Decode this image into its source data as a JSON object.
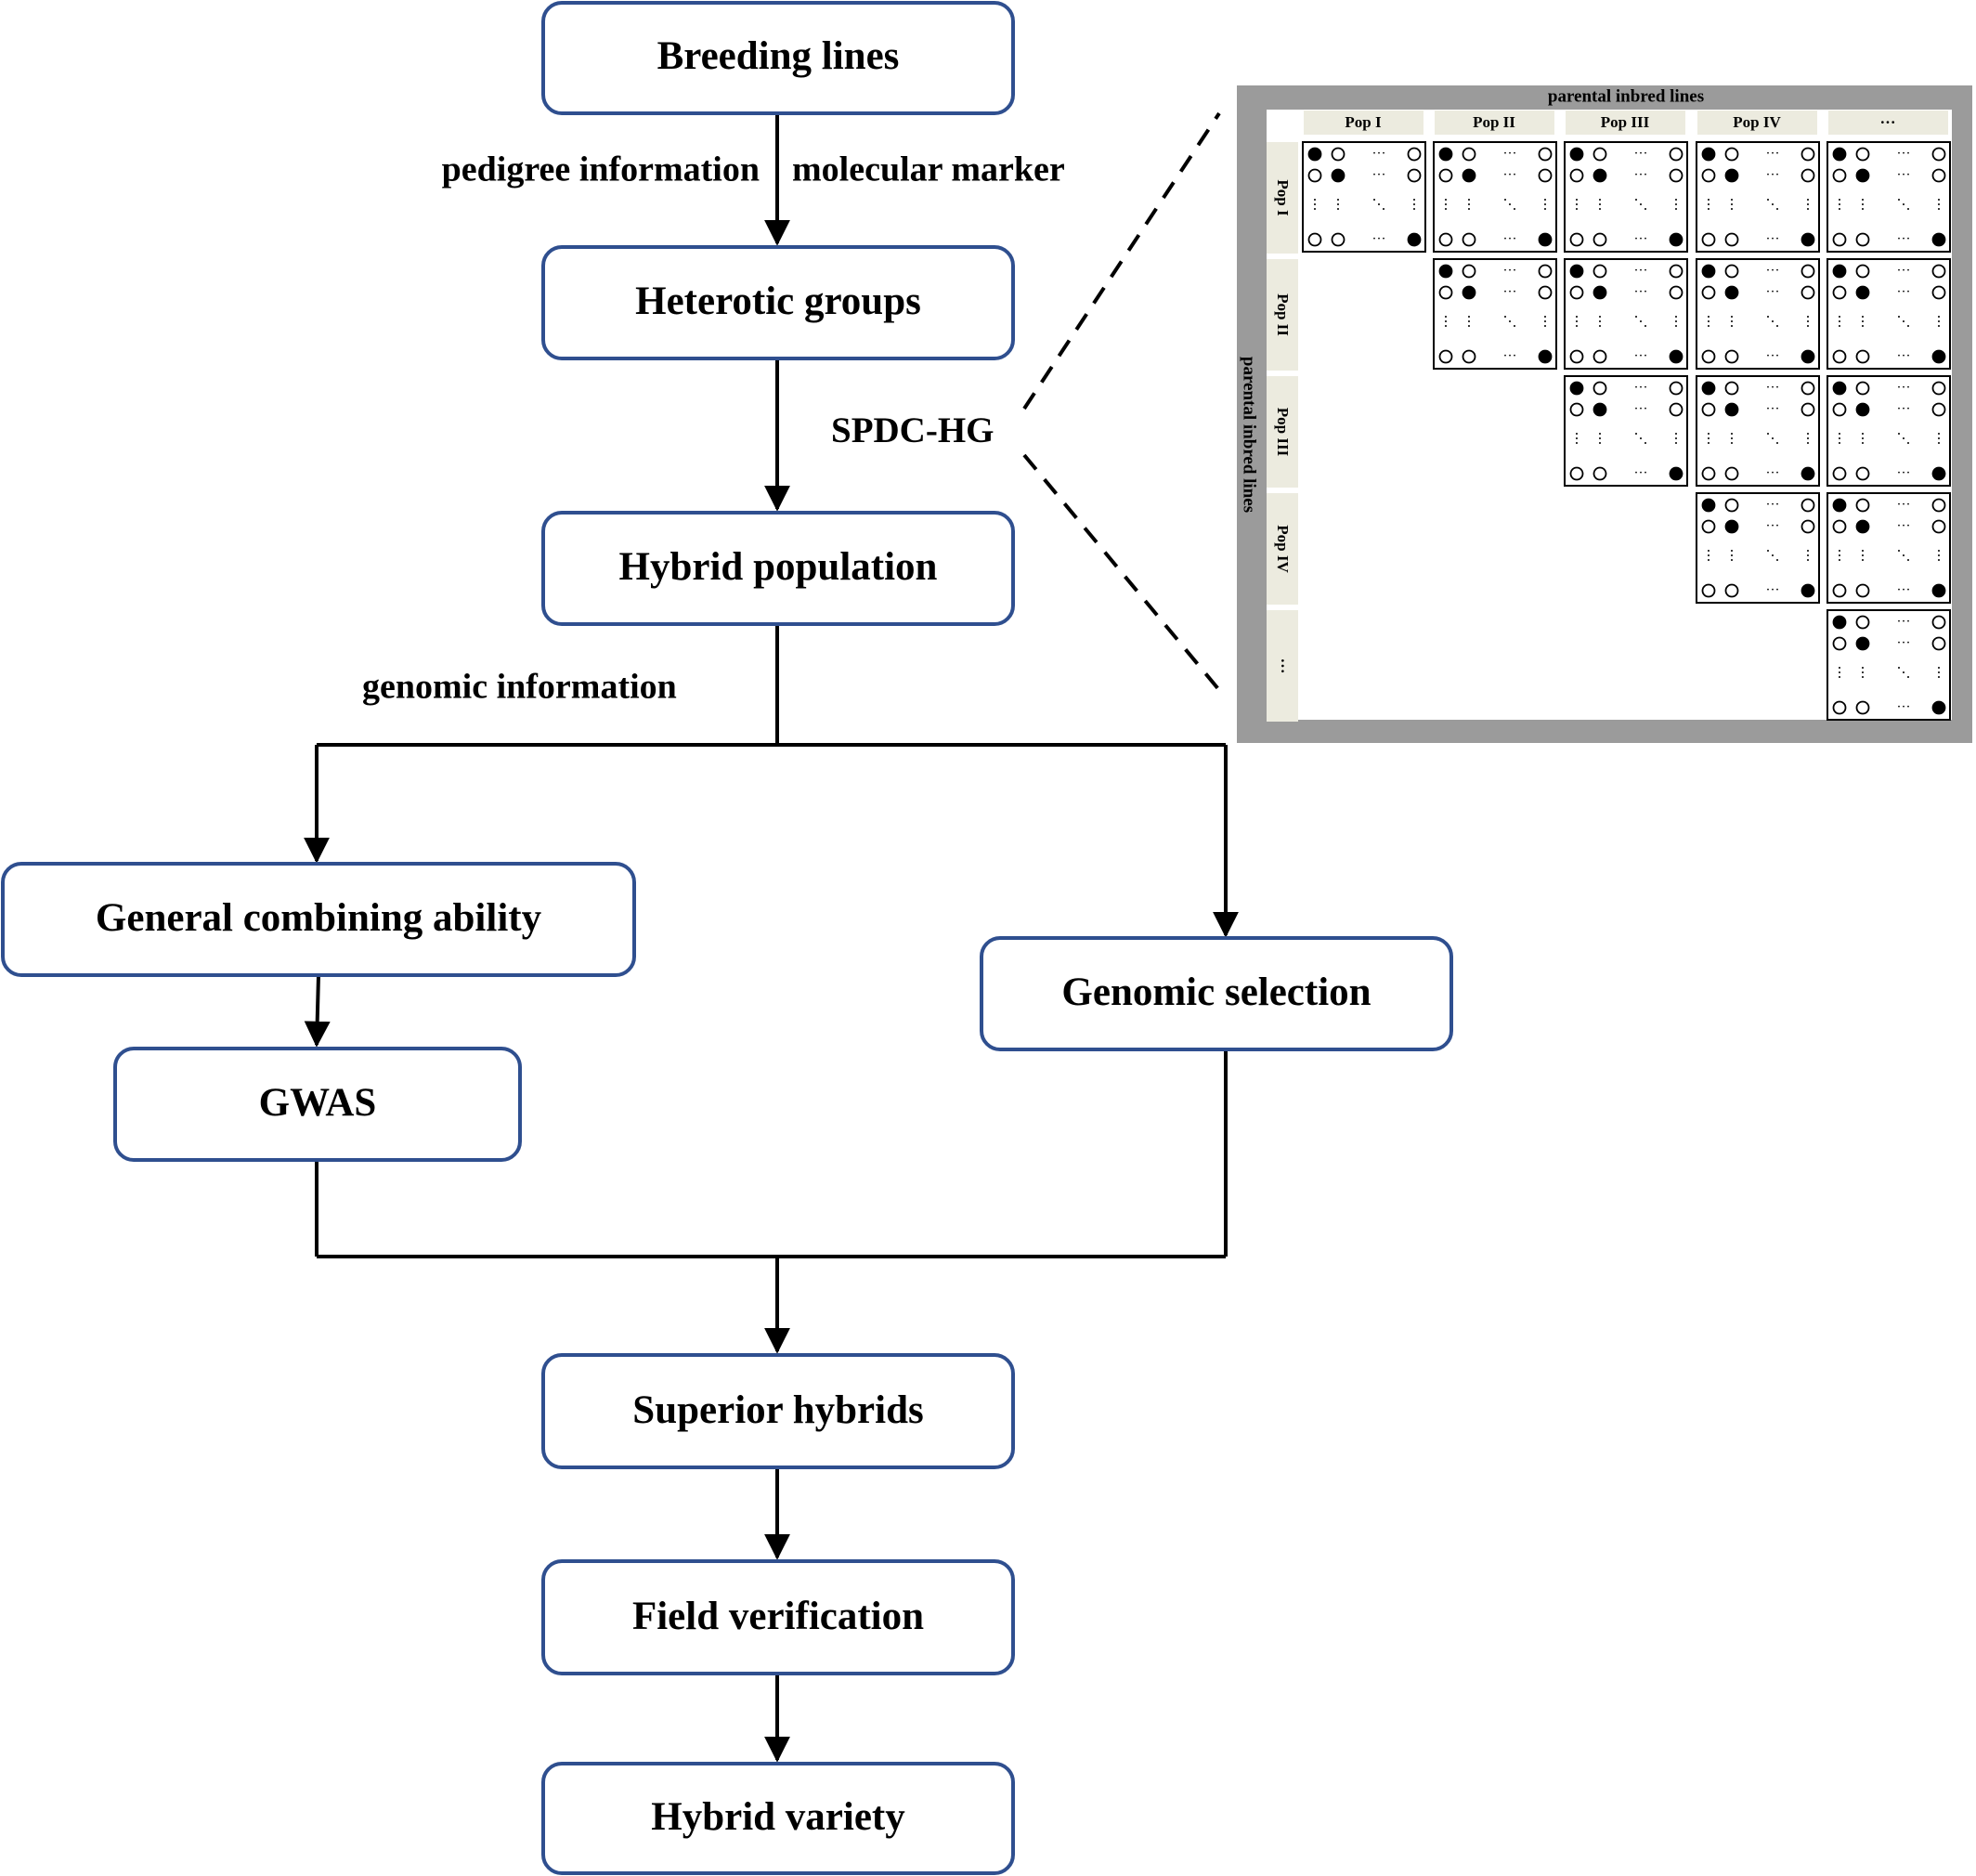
{
  "flow": {
    "breeding_lines": "Breeding lines",
    "heterotic_groups": "Heterotic groups",
    "hybrid_population": "Hybrid population",
    "gca": "General combining ability",
    "gwas": "GWAS",
    "genomic_selection": "Genomic selection",
    "superior_hybrids": "Superior hybrids",
    "field_verification": "Field verification",
    "hybrid_variety": "Hybrid variety"
  },
  "edge_labels": {
    "pedigree": "pedigree information",
    "molecular": "molecular marker",
    "spdc": "SPDC-HG",
    "genomic_info": "genomic information"
  },
  "matrix": {
    "top_title": "parental inbred lines",
    "side_title": "parental inbred lines",
    "col_headers": [
      "Pop I",
      "Pop II",
      "Pop III",
      "Pop IV",
      "···"
    ],
    "row_headers": [
      "Pop I",
      "Pop II",
      "Pop III",
      "Pop IV",
      "···"
    ],
    "ellipsis_h": "···",
    "ellipsis_v": "⋮",
    "ellipsis_d": "⋱"
  },
  "colors": {
    "box_border": "#2f4f8f",
    "line": "#000000",
    "frame": "#9b9b9b",
    "header_bg": "#ecebdf"
  }
}
